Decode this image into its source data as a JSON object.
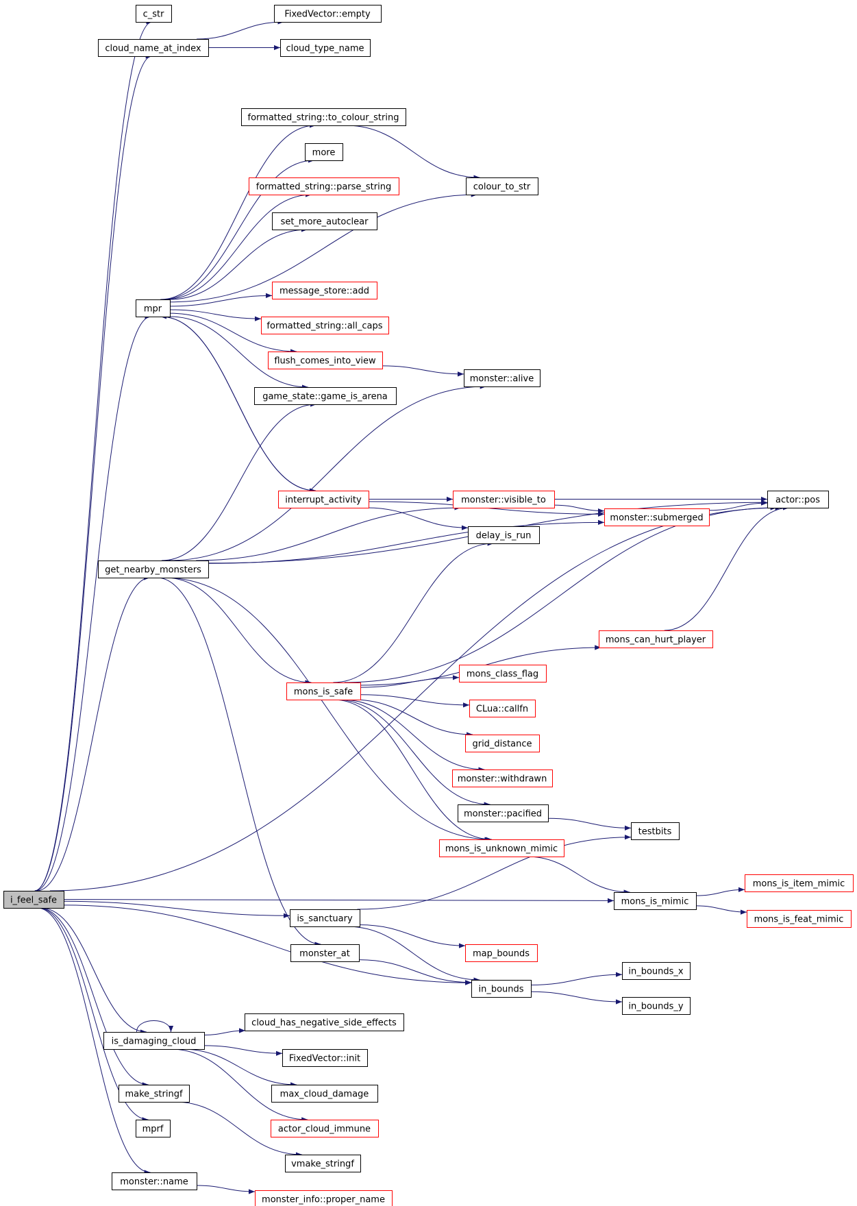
{
  "colors": {
    "edge": "#191970",
    "border_normal": "#000000",
    "border_truncated": "#ff0000",
    "root_fill": "#bfbfbf",
    "node_fill": "#ffffff"
  },
  "nodes": {
    "i_feel_safe": {
      "label": "i_feel_safe",
      "kind": "root"
    },
    "c_str": {
      "label": "c_str",
      "kind": "normal"
    },
    "cloud_name_at_index": {
      "label": "cloud_name_at_index",
      "kind": "normal"
    },
    "fixedvector_empty": {
      "label": "FixedVector::empty",
      "kind": "normal"
    },
    "cloud_type_name": {
      "label": "cloud_type_name",
      "kind": "normal"
    },
    "formatted_to_colour": {
      "label": "formatted_string::to_colour_string",
      "kind": "normal"
    },
    "more": {
      "label": "more",
      "kind": "normal"
    },
    "parse_string": {
      "label": "formatted_string::parse_string",
      "kind": "truncated"
    },
    "colour_to_str": {
      "label": "colour_to_str",
      "kind": "normal"
    },
    "set_more_autoclear": {
      "label": "set_more_autoclear",
      "kind": "normal"
    },
    "mpr": {
      "label": "mpr",
      "kind": "normal"
    },
    "message_store_add": {
      "label": "message_store::add",
      "kind": "truncated"
    },
    "all_caps": {
      "label": "formatted_string::all_caps",
      "kind": "truncated"
    },
    "flush_comes": {
      "label": "flush_comes_into_view",
      "kind": "truncated"
    },
    "monster_alive": {
      "label": "monster::alive",
      "kind": "normal"
    },
    "game_is_arena": {
      "label": "game_state::game_is_arena",
      "kind": "normal"
    },
    "interrupt_activity": {
      "label": "interrupt_activity",
      "kind": "truncated"
    },
    "visible_to": {
      "label": "monster::visible_to",
      "kind": "truncated"
    },
    "actor_pos": {
      "label": "actor::pos",
      "kind": "normal"
    },
    "submerged": {
      "label": "monster::submerged",
      "kind": "truncated"
    },
    "delay_is_run": {
      "label": "delay_is_run",
      "kind": "normal"
    },
    "get_nearby_monsters": {
      "label": "get_nearby_monsters",
      "kind": "normal"
    },
    "mons_can_hurt_player": {
      "label": "mons_can_hurt_player",
      "kind": "truncated"
    },
    "mons_class_flag": {
      "label": "mons_class_flag",
      "kind": "truncated"
    },
    "mons_is_safe": {
      "label": "mons_is_safe",
      "kind": "truncated"
    },
    "clua_callfn": {
      "label": "CLua::callfn",
      "kind": "truncated"
    },
    "grid_distance": {
      "label": "grid_distance",
      "kind": "truncated"
    },
    "withdrawn": {
      "label": "monster::withdrawn",
      "kind": "truncated"
    },
    "pacified": {
      "label": "monster::pacified",
      "kind": "normal"
    },
    "testbits": {
      "label": "testbits",
      "kind": "normal"
    },
    "unknown_mimic": {
      "label": "mons_is_unknown_mimic",
      "kind": "truncated"
    },
    "item_mimic": {
      "label": "mons_is_item_mimic",
      "kind": "truncated"
    },
    "mons_is_mimic": {
      "label": "mons_is_mimic",
      "kind": "normal"
    },
    "feat_mimic": {
      "label": "mons_is_feat_mimic",
      "kind": "truncated"
    },
    "is_sanctuary": {
      "label": "is_sanctuary",
      "kind": "normal"
    },
    "map_bounds": {
      "label": "map_bounds",
      "kind": "truncated"
    },
    "monster_at": {
      "label": "monster_at",
      "kind": "normal"
    },
    "in_bounds_x": {
      "label": "in_bounds_x",
      "kind": "normal"
    },
    "in_bounds": {
      "label": "in_bounds",
      "kind": "normal"
    },
    "in_bounds_y": {
      "label": "in_bounds_y",
      "kind": "normal"
    },
    "cloud_neg": {
      "label": "cloud_has_negative_side_effects",
      "kind": "normal"
    },
    "is_damaging_cloud": {
      "label": "is_damaging_cloud",
      "kind": "normal"
    },
    "fixedvector_init": {
      "label": "FixedVector::init",
      "kind": "normal"
    },
    "make_stringf": {
      "label": "make_stringf",
      "kind": "normal"
    },
    "max_cloud_damage": {
      "label": "max_cloud_damage",
      "kind": "normal"
    },
    "actor_cloud_immune": {
      "label": "actor_cloud_immune",
      "kind": "truncated"
    },
    "mprf": {
      "label": "mprf",
      "kind": "normal"
    },
    "vmake_stringf": {
      "label": "vmake_stringf",
      "kind": "normal"
    },
    "monster_name": {
      "label": "monster::name",
      "kind": "normal"
    },
    "proper_name": {
      "label": "monster_info::proper_name",
      "kind": "truncated"
    }
  },
  "edges": [
    [
      "i_feel_safe",
      "c_str"
    ],
    [
      "i_feel_safe",
      "cloud_name_at_index"
    ],
    [
      "i_feel_safe",
      "actor_pos"
    ],
    [
      "i_feel_safe",
      "mpr"
    ],
    [
      "i_feel_safe",
      "get_nearby_monsters"
    ],
    [
      "i_feel_safe",
      "mons_is_mimic"
    ],
    [
      "i_feel_safe",
      "is_sanctuary"
    ],
    [
      "i_feel_safe",
      "in_bounds"
    ],
    [
      "i_feel_safe",
      "is_damaging_cloud"
    ],
    [
      "i_feel_safe",
      "make_stringf"
    ],
    [
      "i_feel_safe",
      "mprf"
    ],
    [
      "i_feel_safe",
      "monster_name"
    ],
    [
      "cloud_name_at_index",
      "fixedvector_empty"
    ],
    [
      "cloud_name_at_index",
      "cloud_type_name"
    ],
    [
      "mpr",
      "formatted_to_colour"
    ],
    [
      "mpr",
      "more"
    ],
    [
      "mpr",
      "parse_string"
    ],
    [
      "mpr",
      "set_more_autoclear"
    ],
    [
      "mpr",
      "colour_to_str"
    ],
    [
      "mpr",
      "message_store_add"
    ],
    [
      "mpr",
      "all_caps"
    ],
    [
      "mpr",
      "flush_comes"
    ],
    [
      "mpr",
      "game_is_arena"
    ],
    [
      "mpr",
      "interrupt_activity"
    ],
    [
      "formatted_to_colour",
      "colour_to_str"
    ],
    [
      "flush_comes",
      "monster_alive"
    ],
    [
      "interrupt_activity",
      "mpr"
    ],
    [
      "interrupt_activity",
      "visible_to"
    ],
    [
      "interrupt_activity",
      "submerged"
    ],
    [
      "interrupt_activity",
      "delay_is_run"
    ],
    [
      "visible_to",
      "actor_pos"
    ],
    [
      "visible_to",
      "submerged"
    ],
    [
      "submerged",
      "actor_pos"
    ],
    [
      "get_nearby_monsters",
      "game_is_arena"
    ],
    [
      "get_nearby_monsters",
      "monster_alive"
    ],
    [
      "get_nearby_monsters",
      "actor_pos"
    ],
    [
      "get_nearby_monsters",
      "visible_to"
    ],
    [
      "get_nearby_monsters",
      "submerged"
    ],
    [
      "get_nearby_monsters",
      "mons_is_safe"
    ],
    [
      "get_nearby_monsters",
      "unknown_mimic"
    ],
    [
      "get_nearby_monsters",
      "monster_at"
    ],
    [
      "mons_is_safe",
      "delay_is_run"
    ],
    [
      "mons_is_safe",
      "actor_pos"
    ],
    [
      "mons_is_safe",
      "mons_can_hurt_player"
    ],
    [
      "mons_is_safe",
      "mons_class_flag"
    ],
    [
      "mons_is_safe",
      "clua_callfn"
    ],
    [
      "mons_is_safe",
      "grid_distance"
    ],
    [
      "mons_is_safe",
      "withdrawn"
    ],
    [
      "mons_is_safe",
      "pacified"
    ],
    [
      "mons_is_safe",
      "unknown_mimic"
    ],
    [
      "mons_can_hurt_player",
      "actor_pos"
    ],
    [
      "pacified",
      "testbits"
    ],
    [
      "unknown_mimic",
      "mons_is_mimic"
    ],
    [
      "mons_is_mimic",
      "item_mimic"
    ],
    [
      "mons_is_mimic",
      "feat_mimic"
    ],
    [
      "is_sanctuary",
      "testbits"
    ],
    [
      "is_sanctuary",
      "map_bounds"
    ],
    [
      "is_sanctuary",
      "in_bounds"
    ],
    [
      "monster_at",
      "in_bounds"
    ],
    [
      "in_bounds",
      "in_bounds_x"
    ],
    [
      "in_bounds",
      "in_bounds_y"
    ],
    [
      "is_damaging_cloud",
      "is_damaging_cloud"
    ],
    [
      "is_damaging_cloud",
      "cloud_neg"
    ],
    [
      "is_damaging_cloud",
      "fixedvector_init"
    ],
    [
      "is_damaging_cloud",
      "max_cloud_damage"
    ],
    [
      "is_damaging_cloud",
      "actor_cloud_immune"
    ],
    [
      "make_stringf",
      "vmake_stringf"
    ],
    [
      "monster_name",
      "proper_name"
    ]
  ]
}
